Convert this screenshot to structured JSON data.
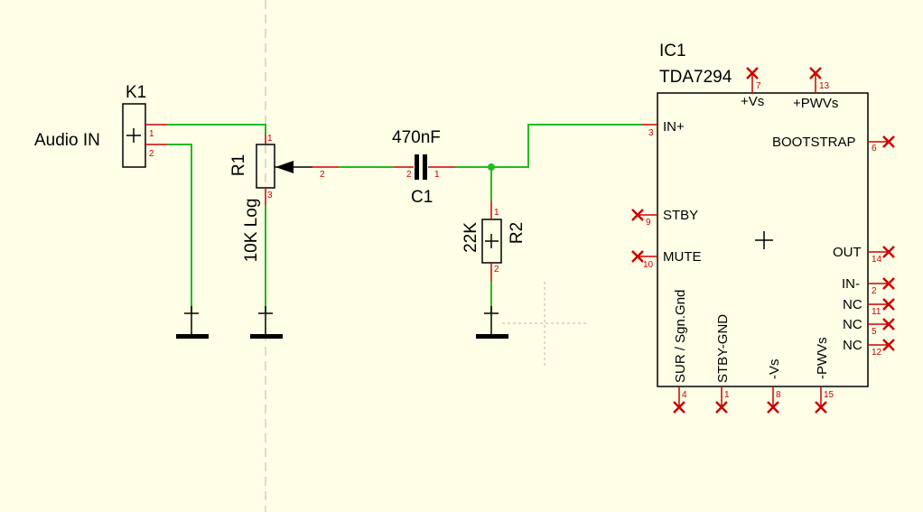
{
  "colors": {
    "background": "#fffee6",
    "wire": "#22bb22",
    "pin": "#cc0000",
    "symbol": "#000000"
  },
  "k1": {
    "ref": "K1",
    "label": "Audio IN",
    "pin1": "1",
    "pin2": "2"
  },
  "r1": {
    "ref": "R1",
    "value": "10K Log",
    "pin1": "1",
    "pin2": "2",
    "pin3": "3"
  },
  "c1": {
    "ref": "C1",
    "value": "470nF",
    "pin1": "1",
    "pin2": "2"
  },
  "r2": {
    "ref": "R2",
    "value": "22K",
    "pin1": "1",
    "pin2": "2"
  },
  "ic1": {
    "ref": "IC1",
    "part": "TDA7294",
    "top": [
      {
        "name": "+Vs",
        "num": "7"
      },
      {
        "name": "+PWVs",
        "num": "13"
      }
    ],
    "left": [
      {
        "name": "IN+",
        "num": "3"
      },
      {
        "name": "STBY",
        "num": "9"
      },
      {
        "name": "MUTE",
        "num": "10"
      }
    ],
    "right": [
      {
        "name": "BOOTSTRAP",
        "num": "6"
      },
      {
        "name": "OUT",
        "num": "14"
      },
      {
        "name": "IN-",
        "num": "2"
      },
      {
        "name": "NC",
        "num": "11"
      },
      {
        "name": "NC",
        "num": "5"
      },
      {
        "name": "NC",
        "num": "12"
      }
    ],
    "bottom": [
      {
        "name": "SUR / Sgn.Gnd",
        "num": "4"
      },
      {
        "name": "STBY-GND",
        "num": "1"
      },
      {
        "name": "-Vs",
        "num": "8"
      },
      {
        "name": "-PWVs",
        "num": "15"
      }
    ]
  }
}
